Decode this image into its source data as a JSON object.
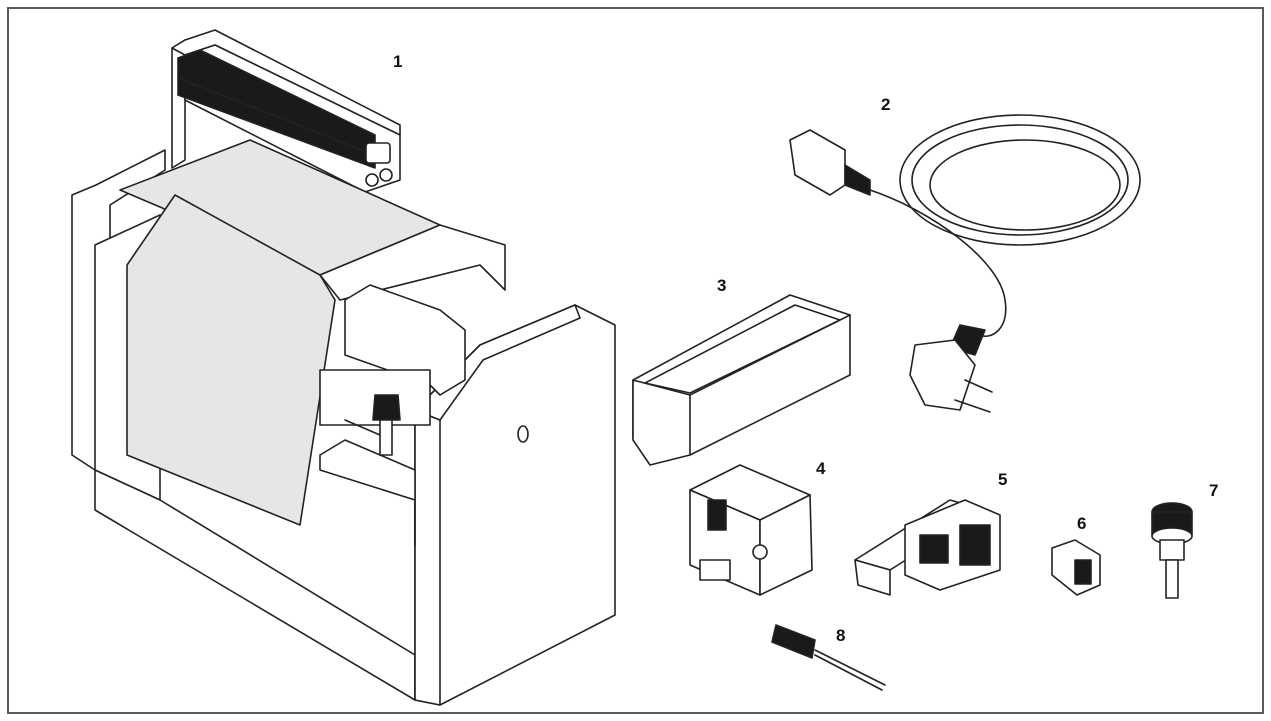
{
  "diagram": {
    "labels": {
      "machine": "1",
      "power_cord": "2",
      "tray": "3",
      "module_4": "4",
      "module_5": "5",
      "clip": "6",
      "knob": "7",
      "brush": "8"
    }
  },
  "colors": {
    "line": "#222222",
    "panel_gray": "#e6e6e6",
    "display_black": "#1a1a1a",
    "frame": "#5a5a5a"
  }
}
